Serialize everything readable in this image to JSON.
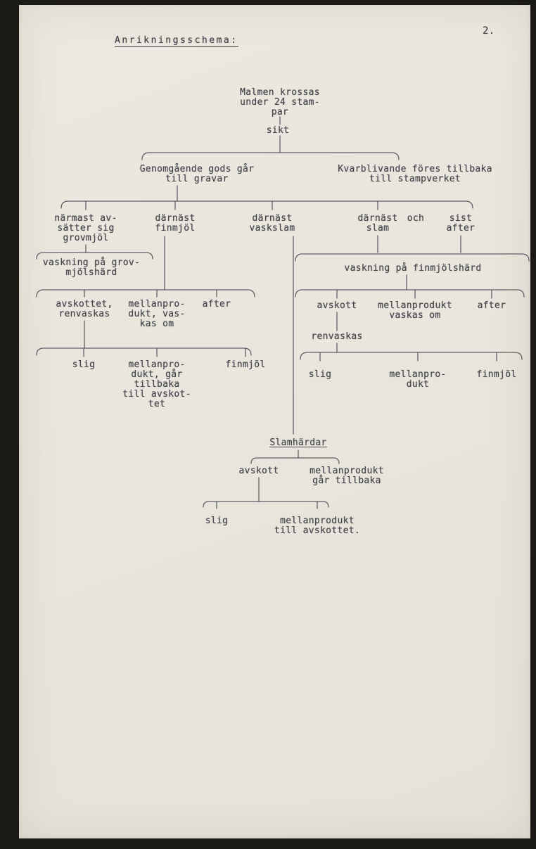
{
  "page": {
    "number": "2.",
    "title": "Anrikningsschema:"
  },
  "nodes": {
    "root": [
      "Malmen krossas",
      "under 24 stam-",
      "par"
    ],
    "sikt": "sikt",
    "left_branch": [
      "Genomgående gods går",
      "till gravar"
    ],
    "right_branch": [
      "Kvarblivande föres tillbaka",
      "till stampverket"
    ],
    "col1": [
      "närmast av-",
      "sätter sig",
      "grovmjöl"
    ],
    "col2": [
      "därnäst",
      "finmjöl"
    ],
    "col3": [
      "därnäst",
      "vaskslam"
    ],
    "col4": [
      "därnäst",
      "slam"
    ],
    "col5_och": "och",
    "col5_sist": [
      "sist",
      "after"
    ],
    "grov_hard": [
      "vaskning på grov-",
      "mjölshärd"
    ],
    "grov_c1": [
      "avskottet,",
      "renvaskas"
    ],
    "grov_c2": [
      "mellanpro-",
      "dukt, vas-",
      "kas om"
    ],
    "grov_c3": "after",
    "grov_d1": "slig",
    "grov_d2": [
      "mellanpro-",
      "dukt, går",
      "tillbaka",
      "till avskot-",
      "tet"
    ],
    "grov_d3": "finmjöl",
    "fin_hard": "vaskning på finmjölshärd",
    "fin_c1": "avskott",
    "fin_c2": [
      "mellanprodukt",
      "vaskas om"
    ],
    "fin_c3": "after",
    "fin_renvaskas": "renvaskas",
    "fin_d1": "slig",
    "fin_d2": [
      "mellanpro-",
      "dukt"
    ],
    "fin_d3": "finmjöl",
    "slam": "Slamhärdar",
    "slam_c1": "avskott",
    "slam_c2": [
      "mellanprodukt",
      "går tillbaka"
    ],
    "slam_d1": "slig",
    "slam_d2": [
      "mellanprodukt",
      "till avskottet."
    ]
  }
}
